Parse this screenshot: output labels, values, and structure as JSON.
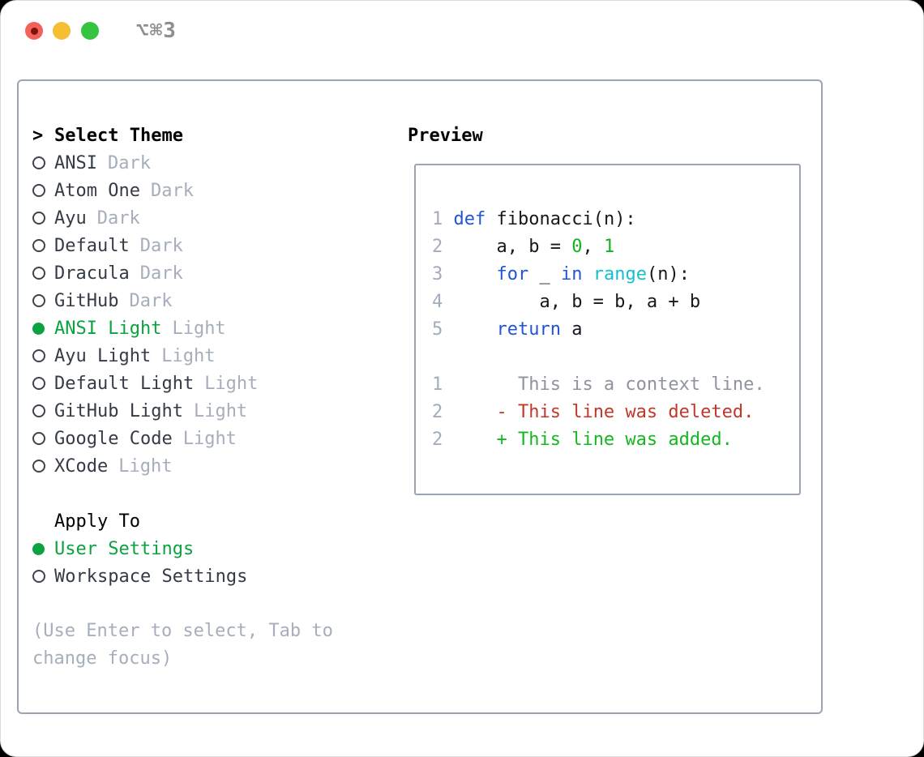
{
  "titlebar": {
    "shortcut": "⌥⌘3"
  },
  "theme_panel": {
    "prompt": ">",
    "title": "Select Theme",
    "themes": [
      {
        "name": "ANSI",
        "variant": "Dark",
        "selected": false
      },
      {
        "name": "Atom One",
        "variant": "Dark",
        "selected": false
      },
      {
        "name": "Ayu",
        "variant": "Dark",
        "selected": false
      },
      {
        "name": "Default",
        "variant": "Dark",
        "selected": false
      },
      {
        "name": "Dracula",
        "variant": "Dark",
        "selected": false
      },
      {
        "name": "GitHub",
        "variant": "Dark",
        "selected": false
      },
      {
        "name": "ANSI Light",
        "variant": "Light",
        "selected": true
      },
      {
        "name": "Ayu Light",
        "variant": "Light",
        "selected": false
      },
      {
        "name": "Default Light",
        "variant": "Light",
        "selected": false
      },
      {
        "name": "GitHub Light",
        "variant": "Light",
        "selected": false
      },
      {
        "name": "Google Code",
        "variant": "Light",
        "selected": false
      },
      {
        "name": "XCode",
        "variant": "Light",
        "selected": false
      }
    ],
    "apply_to": {
      "title": "Apply To",
      "options": [
        {
          "label": "User Settings",
          "selected": true
        },
        {
          "label": "Workspace Settings",
          "selected": false
        }
      ]
    },
    "help": [
      "(Use Enter to select, Tab to",
      "change focus)"
    ]
  },
  "preview": {
    "title": "Preview",
    "code_lines": [
      {
        "num": "1",
        "tokens": [
          {
            "t": "def",
            "c": "kw"
          },
          {
            "t": " fibonacci(n):",
            "c": "fg"
          }
        ]
      },
      {
        "num": "2",
        "tokens": [
          {
            "t": "    a, b = ",
            "c": "fg"
          },
          {
            "t": "0",
            "c": "num"
          },
          {
            "t": ", ",
            "c": "fg"
          },
          {
            "t": "1",
            "c": "num"
          }
        ]
      },
      {
        "num": "3",
        "tokens": [
          {
            "t": "    ",
            "c": "fg"
          },
          {
            "t": "for",
            "c": "kw"
          },
          {
            "t": " _ ",
            "c": "fg"
          },
          {
            "t": "in",
            "c": "kw"
          },
          {
            "t": " ",
            "c": "fg"
          },
          {
            "t": "range",
            "c": "fn"
          },
          {
            "t": "(n):",
            "c": "fg"
          }
        ]
      },
      {
        "num": "4",
        "tokens": [
          {
            "t": "        a, b = b, a + b",
            "c": "fg"
          }
        ]
      },
      {
        "num": "5",
        "tokens": [
          {
            "t": "    ",
            "c": "fg"
          },
          {
            "t": "return",
            "c": "kw"
          },
          {
            "t": " a",
            "c": "fg"
          }
        ]
      }
    ],
    "diff_lines": [
      {
        "num": "1",
        "marker": "",
        "text": "This is a context line.",
        "kind": "ctx"
      },
      {
        "num": "2",
        "marker": "-",
        "text": "This line was deleted.",
        "kind": "del"
      },
      {
        "num": "2",
        "marker": "+",
        "text": "This line was added.",
        "kind": "add"
      }
    ]
  },
  "colors": {
    "accent_green": "#0aa33f",
    "keyword_blue": "#2155d4",
    "function_cyan": "#12c0cd",
    "number_green": "#14b31c",
    "deleted_red": "#c23729",
    "added_green": "#13b81e",
    "context_gray": "#8e939d",
    "line_number_gray": "#a3acba",
    "muted_gray": "#a6aebb",
    "traffic_red": "#f4615a",
    "traffic_red_dot": "#7c150e",
    "traffic_yellow": "#f6be32",
    "traffic_green": "#33c440"
  }
}
